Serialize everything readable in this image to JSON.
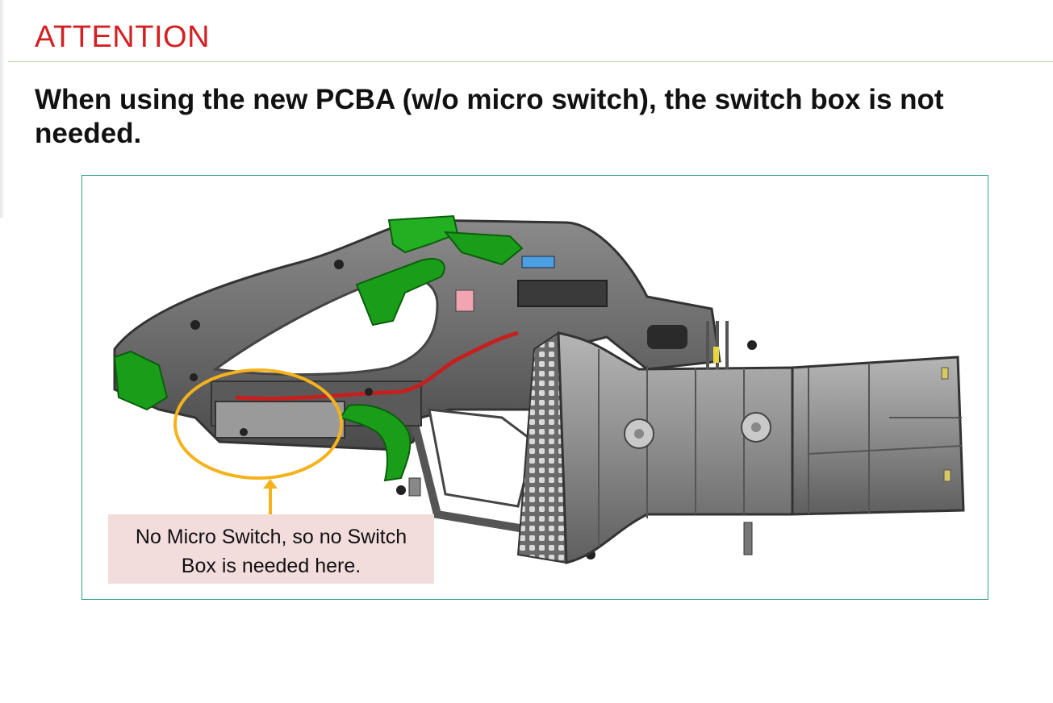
{
  "header": {
    "title": "ATTENTION",
    "title_color": "#d32020",
    "rule_color": "#b7d79b"
  },
  "body": {
    "message": "When using the new PCBA (w/o micro switch), the switch box is not needed."
  },
  "figure": {
    "frame_color": "#2ca57a",
    "description_icon": "leaf-blower-cutaway-illustration",
    "highlight_color": "#f5b21c",
    "callout": {
      "line1": "No Micro Switch, so no Switch",
      "line2": "Box is needed here.",
      "background": "#f2dcdc"
    }
  }
}
